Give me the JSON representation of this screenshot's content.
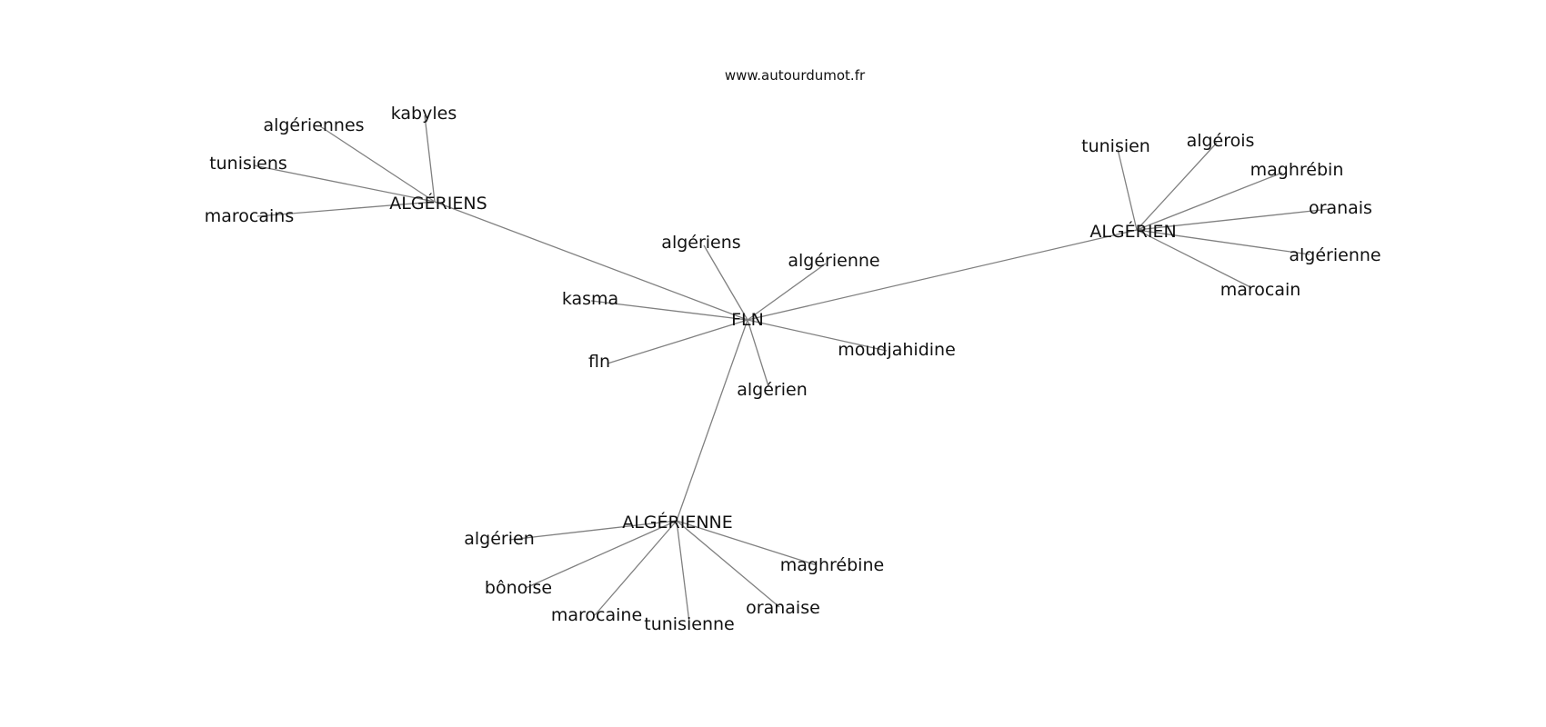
{
  "site": "www.autourdumot.fr",
  "graph": {
    "center": "FLN",
    "hubs": [
      {
        "label": "ALGÉRIENS",
        "children": [
          "algériennes",
          "kabyles",
          "tunisiens",
          "marocains"
        ]
      },
      {
        "label": "ALGÉRIEN",
        "children": [
          "tunisien",
          "algérois",
          "maghrébin",
          "oranais",
          "algérienne",
          "marocain"
        ]
      },
      {
        "label": "ALGÉRIENNE",
        "children": [
          "algérien",
          "bônoise",
          "marocaine",
          "tunisienne",
          "oranaise",
          "maghrébine"
        ]
      }
    ],
    "center_children": [
      "algériens",
      "algérienne",
      "kasma",
      "moudjahidine",
      "fln",
      "algérien"
    ]
  }
}
